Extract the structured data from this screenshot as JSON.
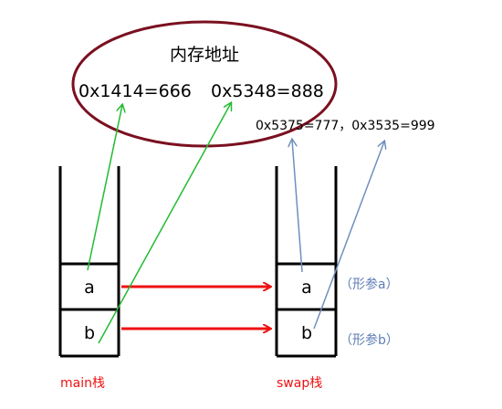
{
  "memory": {
    "title": "内存地址",
    "left_entry": "0x1414=666",
    "right_entry": "0x5348=888",
    "ellipse_color": "#7a1020"
  },
  "swap_memory_note": "0x5375=777，0x3535=999",
  "main_stack": {
    "cell_a": "a",
    "cell_b": "b",
    "label": "main栈"
  },
  "swap_stack": {
    "cell_a": "a",
    "cell_b": "b",
    "label": "swap栈",
    "param_a": "（形参a）",
    "param_b": "（形参b）"
  },
  "colors": {
    "stack_line": "#000000",
    "pointer_main": "#22bb33",
    "pointer_swap": "#6f8fbf",
    "copy_arrow": "#ee1111",
    "stack_label": "#ee1111",
    "param_label": "#5f7fb5"
  }
}
